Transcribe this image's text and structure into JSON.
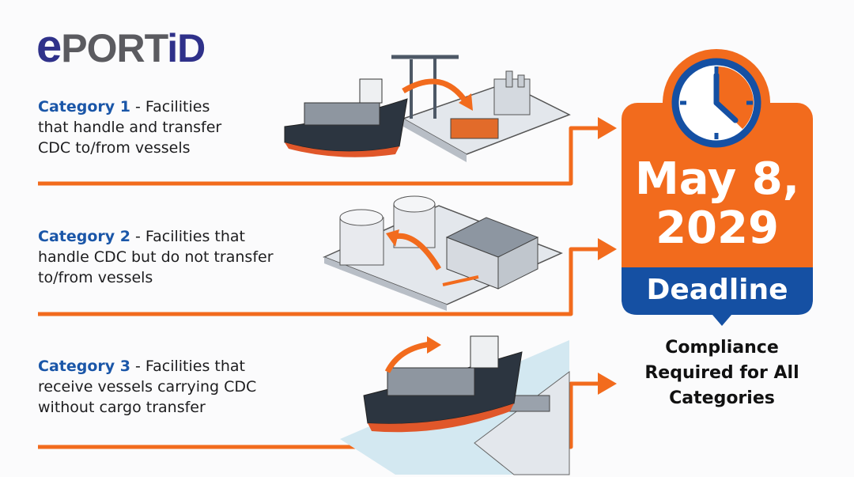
{
  "logo": {
    "text": "ePORTiD",
    "e": "e",
    "port": "PORT",
    "id": "iD"
  },
  "categories": [
    {
      "label": "Category 1",
      "description": " - Facilities that handle and transfer CDC to/from vessels"
    },
    {
      "label": "Category 2",
      "description": " - Facilities that handle CDC but do not transfer to/from vessels"
    },
    {
      "label": "Category 3",
      "description": " - Facilities that receive vessels carrying CDC without cargo transfer"
    }
  ],
  "deadline": {
    "date": "May 8, 2029",
    "label": "Deadline",
    "note": "Compliance Required for All Categories",
    "icon": "clock-icon"
  },
  "colors": {
    "orange": "#f26b1d",
    "blue": "#1550a3",
    "logo_blue": "#2f318a",
    "logo_gray": "#5b5b60"
  }
}
